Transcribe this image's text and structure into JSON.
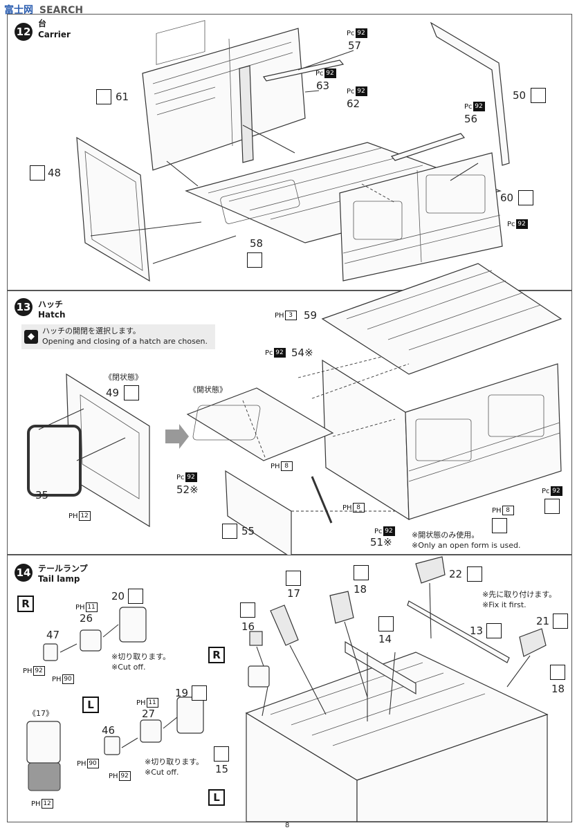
{
  "header": {
    "logo_text": "富士网",
    "site": "SEARCH"
  },
  "page_number": "8",
  "steps": [
    {
      "number": "12",
      "title_jp": "台",
      "title_en": "Carrier",
      "parts": [
        "61",
        "57",
        "63",
        "62",
        "56",
        "50",
        "48",
        "60",
        "58"
      ],
      "tags": [
        "92",
        "92",
        "92",
        "92",
        "92"
      ]
    },
    {
      "number": "13",
      "title_jp": "ハッチ",
      "title_en": "Hatch",
      "info_jp": "ハッチの開閉を選択します。",
      "info_en": "Opening and closing of a hatch are chosen.",
      "closed_label": "《閉状態》",
      "open_label": "《開状態》",
      "parts": [
        "49",
        "35",
        "59",
        "54※",
        "52※",
        "55",
        "51※"
      ],
      "tags": [
        "3",
        "92",
        "8",
        "92",
        "12",
        "8",
        "92",
        "8",
        "92"
      ],
      "note_jp": "※開状態のみ使用。",
      "note_en": "※Only an open form is used."
    },
    {
      "number": "14",
      "title_jp": "テールランプ",
      "title_en": "Tail lamp",
      "right_label": "R",
      "left_label": "L",
      "parts": [
        "20",
        "26",
        "47",
        "19",
        "27",
        "46",
        "22",
        "17",
        "18",
        "16",
        "14",
        "13",
        "21",
        "18",
        "15"
      ],
      "tags": [
        "11",
        "92",
        "90",
        "11",
        "90",
        "92",
        "12"
      ],
      "cut_jp": "※切り取ります。",
      "cut_en": "※Cut off.",
      "fix_jp": "※先に取り付けます。",
      "fix_en": "※Fix it first.",
      "inset_label": "《17》"
    }
  ]
}
